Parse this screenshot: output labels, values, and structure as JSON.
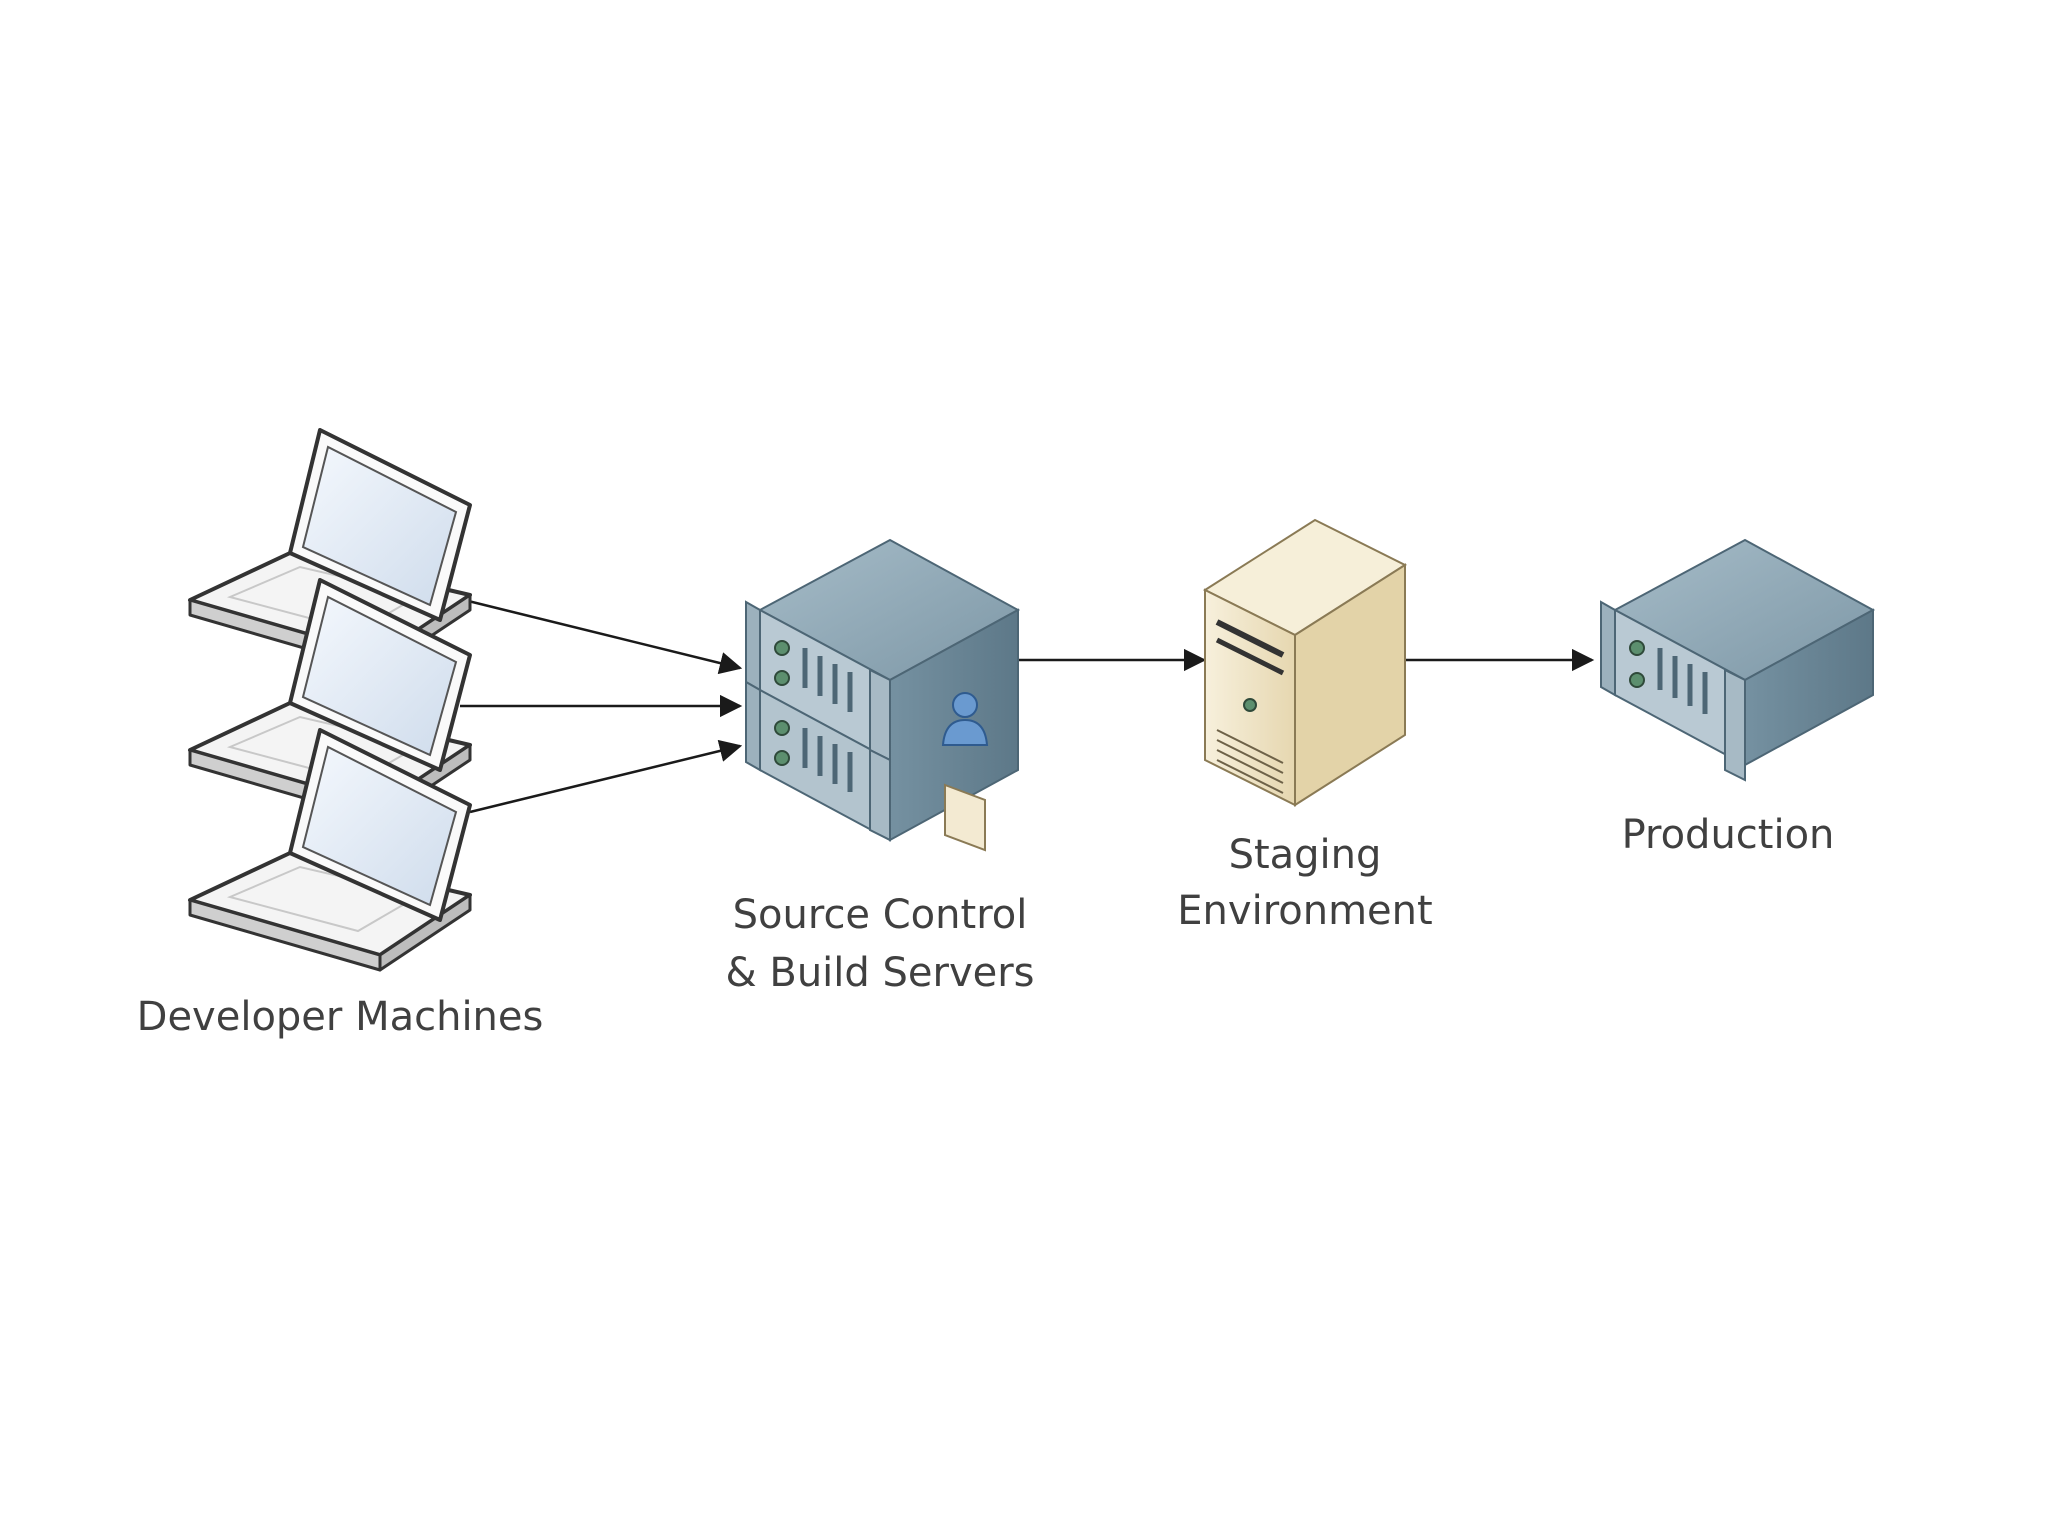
{
  "diagram": {
    "nodes": {
      "developers": {
        "label": "Developer Machines"
      },
      "source_build": {
        "label_line1": "Source Control",
        "label_line2": "& Build Servers"
      },
      "staging": {
        "label_line1": "Staging",
        "label_line2": "Environment"
      },
      "production": {
        "label": "Production"
      }
    },
    "edges": [
      {
        "from": "developers",
        "to": "source_build"
      },
      {
        "from": "developers",
        "to": "source_build"
      },
      {
        "from": "developers",
        "to": "source_build"
      },
      {
        "from": "source_build",
        "to": "staging"
      },
      {
        "from": "staging",
        "to": "production"
      }
    ],
    "colors": {
      "server_blue_top": "#8ea6b4",
      "server_blue_front": "#b7c8d2",
      "server_blue_side": "#6b8797",
      "staging_tan": "#efe4c6",
      "laptop_screen": "#e6eef8",
      "arrow": "#1a1a1a",
      "text": "#404040"
    }
  }
}
